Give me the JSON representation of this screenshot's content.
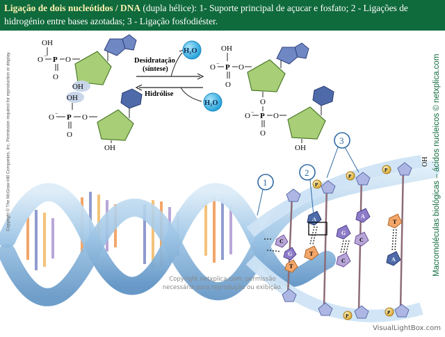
{
  "header": {
    "title_bold": "Ligação de dois nucleótidos / DNA",
    "title_rest": " (dupla hélice): 1- Suporte principal de açucar e fosfato; 2 - Ligações de hidrogénio entre bases azotadas; 3 - Ligação fosfodiéster."
  },
  "reaction": {
    "oh": "OH",
    "o": "O",
    "o_minus": "O",
    "minus": "−",
    "p": "P",
    "water": "H₂O",
    "dehydration": "Desidratação",
    "synthesis": "(síntese)",
    "hydrolysis": "Hidrólise"
  },
  "helix": {
    "label_1": "1",
    "label_2": "2",
    "label_3": "3",
    "phosphate": "P",
    "end_oh": "OH",
    "bases_row_a": [
      "C",
      "G",
      "T"
    ],
    "bases_row_b": [
      "A",
      "G",
      "T",
      "A"
    ],
    "bases_row_c": [
      "T",
      "C",
      "C",
      "A"
    ]
  },
  "side_left": "Copyright © The McGraw-Hill Companies, Inc. Permission required for reproduction or display.",
  "side_right": "Macromoléculas biológicas – ácidos nucleicos © netxplica.com",
  "copyright": [
    "Copyright netxplica.com: permissão",
    "necessária para reprodução ou exibição."
  ],
  "watermark": "VisualLightBox.com",
  "colors": {
    "header_bg": "#0f6a3c",
    "sugar": "#a8cf77",
    "purine": "#6f88c4",
    "water": "#42b4e6",
    "phosphate": "#f0c74a",
    "helix": "#9fc6e6"
  }
}
